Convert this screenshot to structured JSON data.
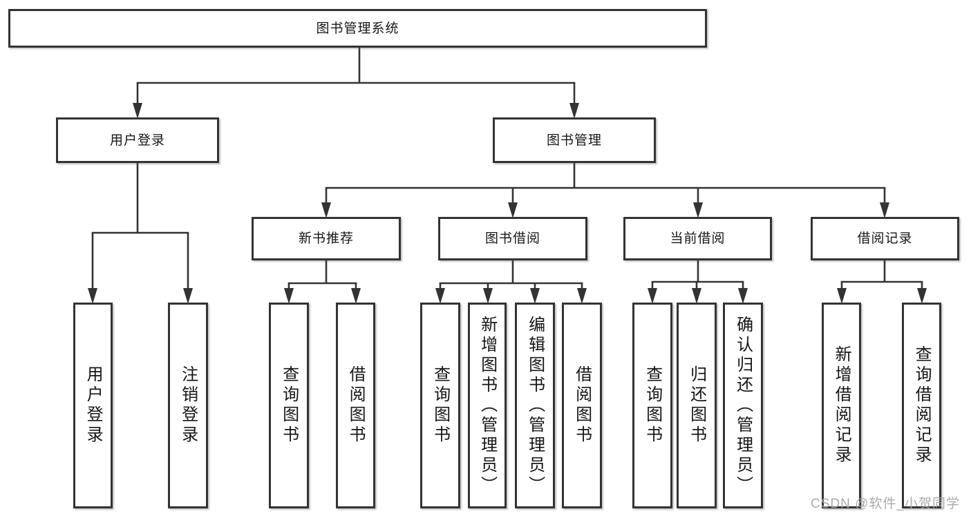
{
  "tree": {
    "root": {
      "label": "图书管理系统"
    },
    "level2": [
      {
        "label": "用户登录"
      },
      {
        "label": "图书管理"
      }
    ],
    "level3": [
      {
        "label": "新书推荐"
      },
      {
        "label": "图书借阅"
      },
      {
        "label": "当前借阅"
      },
      {
        "label": "借阅记录"
      }
    ],
    "leaves": [
      {
        "label": "用户登录"
      },
      {
        "label": "注销登录"
      },
      {
        "label": "查询图书"
      },
      {
        "label": "借阅图书"
      },
      {
        "label": "查询图书"
      },
      {
        "label": "新增图书（管理员）"
      },
      {
        "label": "编辑图书（管理员）"
      },
      {
        "label": "借阅图书"
      },
      {
        "label": "查询图书"
      },
      {
        "label": "归还图书"
      },
      {
        "label": "确认归还（管理员）"
      },
      {
        "label": "新增借阅记录"
      },
      {
        "label": "查询借阅记录"
      }
    ]
  },
  "watermark": {
    "text": "CSDN @软件_小贺同学"
  },
  "colors": {
    "line": "#333333",
    "box_border": "#333333",
    "text": "#161616",
    "background": "#ffffff",
    "watermark": "#a5a5a5"
  }
}
